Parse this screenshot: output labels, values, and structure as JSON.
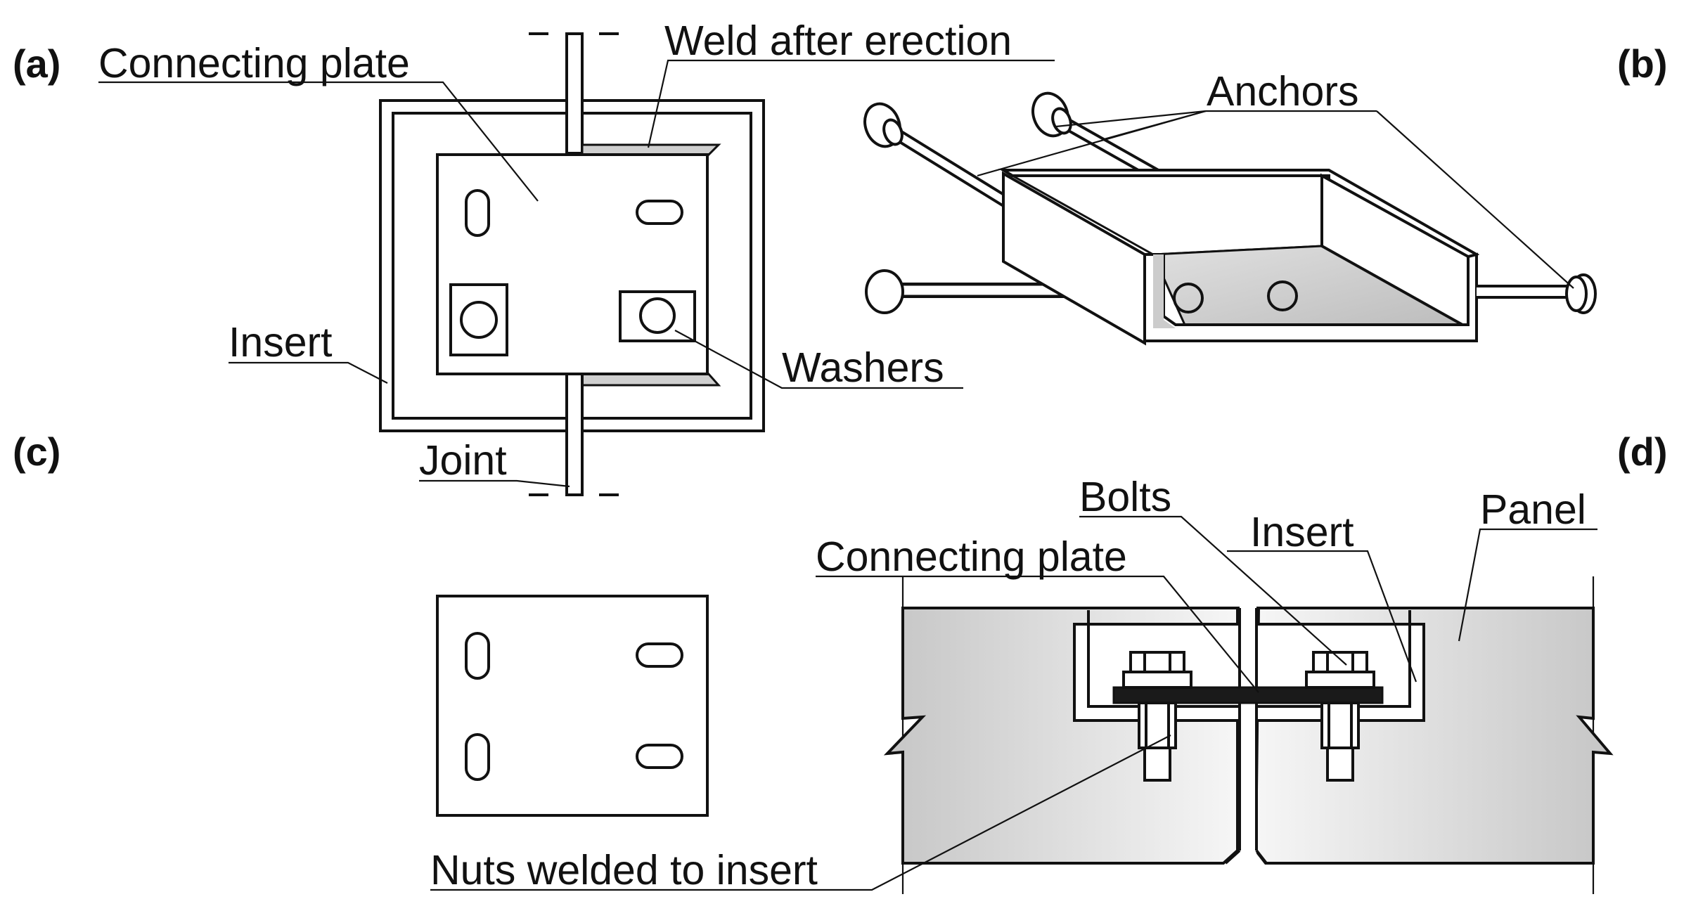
{
  "panel_labels": {
    "a": "(a)",
    "b": "(b)",
    "c": "(c)",
    "d": "(d)"
  },
  "labels": {
    "a_connecting_plate": "Connecting plate",
    "weld_after_erection": "Weld after erection",
    "a_insert": "Insert",
    "washers": "Washers",
    "joint": "Joint",
    "anchors": "Anchors",
    "bolts": "Bolts",
    "d_insert": "Insert",
    "panel": "Panel",
    "d_connecting_plate": "Connecting plate",
    "nuts_welded": "Nuts welded to insert"
  },
  "colors": {
    "line": "#111111",
    "panel_fill_light": "#f4f4f4",
    "panel_fill_dark": "#c9c9c9",
    "weld_fill": "#d0d0d0",
    "plate_fill": "#1a1a1a"
  }
}
